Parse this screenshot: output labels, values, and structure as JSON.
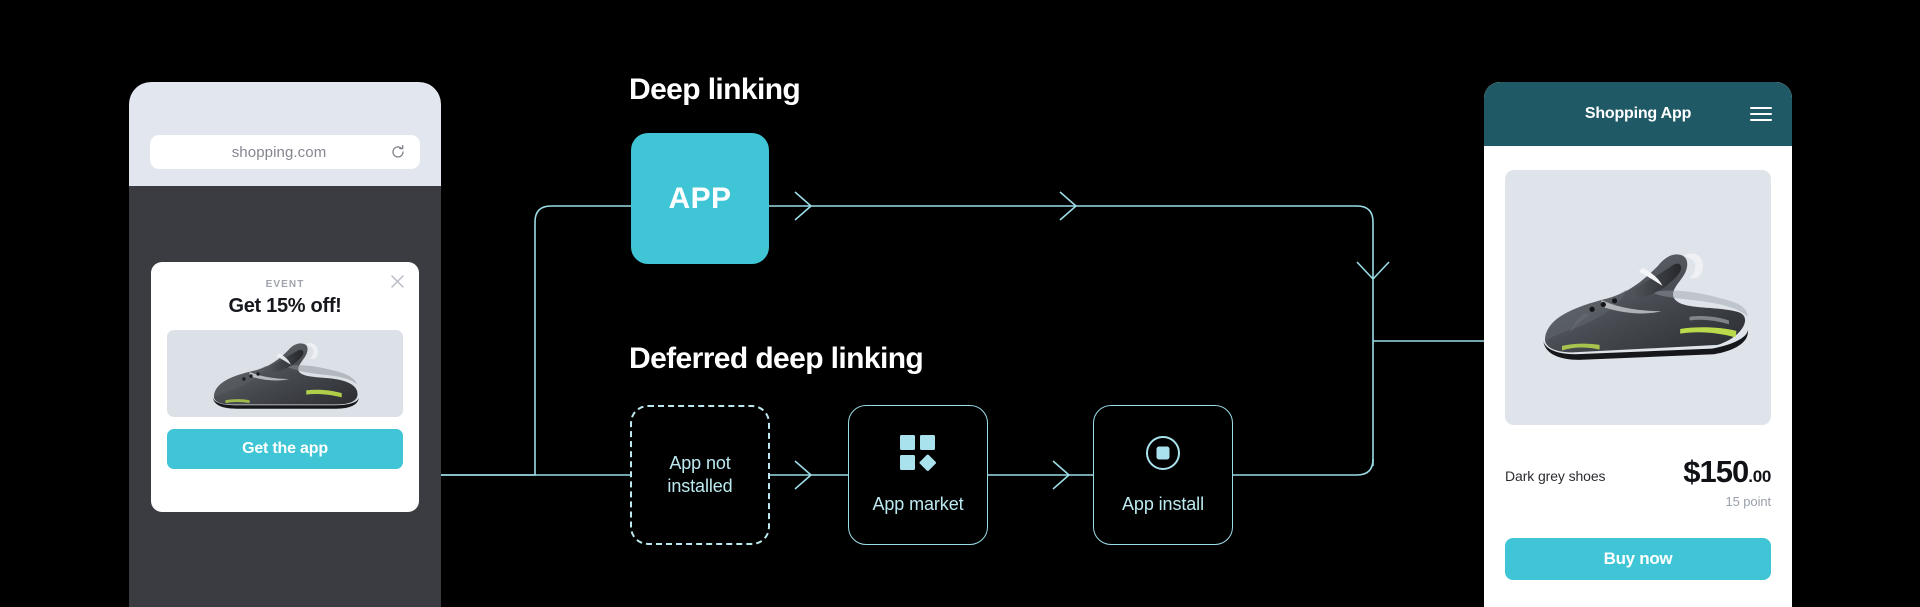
{
  "background_color": "#000000",
  "accent_color": "#3FC5D5",
  "line_color": "#9BDCE6",
  "left_phone": {
    "browser": {
      "url": "shopping.com",
      "reload_icon": "reload-icon"
    },
    "promo_modal": {
      "close_icon": "close-icon",
      "eyebrow": "EVENT",
      "title": "Get 15% off!",
      "product_image_alt": "dark grey sneaker",
      "cta_label": "Get the app"
    }
  },
  "diagram": {
    "headings": {
      "deep_linking": "Deep linking",
      "deferred_deep_linking": "Deferred deep linking"
    },
    "app_node": {
      "label": "APP"
    },
    "flow_nodes": [
      {
        "id": "app-not-installed",
        "label_line1": "App not",
        "label_line2": "installed",
        "icon": "none",
        "border": "dashed"
      },
      {
        "id": "app-market",
        "label": "App market",
        "icon": "grid-squares-icon",
        "border": "solid"
      },
      {
        "id": "app-install",
        "label": "App install",
        "icon": "circle-square-icon",
        "border": "solid"
      }
    ],
    "arrows": 4
  },
  "right_phone": {
    "header": {
      "title": "Shopping App",
      "menu_icon": "hamburger-icon",
      "color": "#1F5966"
    },
    "product": {
      "image_alt": "dark grey sneaker",
      "name": "Dark grey shoes",
      "price_main": "$150",
      "price_cents": ".00",
      "points": "15 point"
    },
    "buy_label": "Buy now"
  }
}
